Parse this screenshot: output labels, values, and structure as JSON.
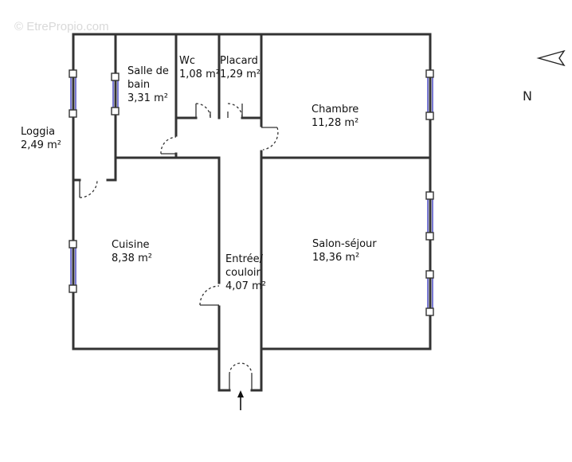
{
  "watermark": "© EtrePropio.com",
  "compass": {
    "label": "N"
  },
  "rooms": {
    "salle_de_bain": {
      "name_line1": "Salle de",
      "name_line2": "bain",
      "area": "3,31 m²"
    },
    "wc": {
      "name": "Wc",
      "area": "1,08 m²"
    },
    "placard": {
      "name": "Placard",
      "area": "1,29 m²"
    },
    "chambre": {
      "name": "Chambre",
      "area": "11,28 m²"
    },
    "loggia": {
      "name": "Loggia",
      "area": "2,49 m²"
    },
    "cuisine": {
      "name": "Cuisine",
      "area": "8,38 m²"
    },
    "entree": {
      "name_line1": "Entrée/",
      "name_line2": "couloir",
      "area": "4,07 m²"
    },
    "salon": {
      "name": "Salon-séjour",
      "area": "18,36 m²"
    }
  },
  "colors": {
    "wall": "#333333",
    "window": "#4040c0"
  }
}
